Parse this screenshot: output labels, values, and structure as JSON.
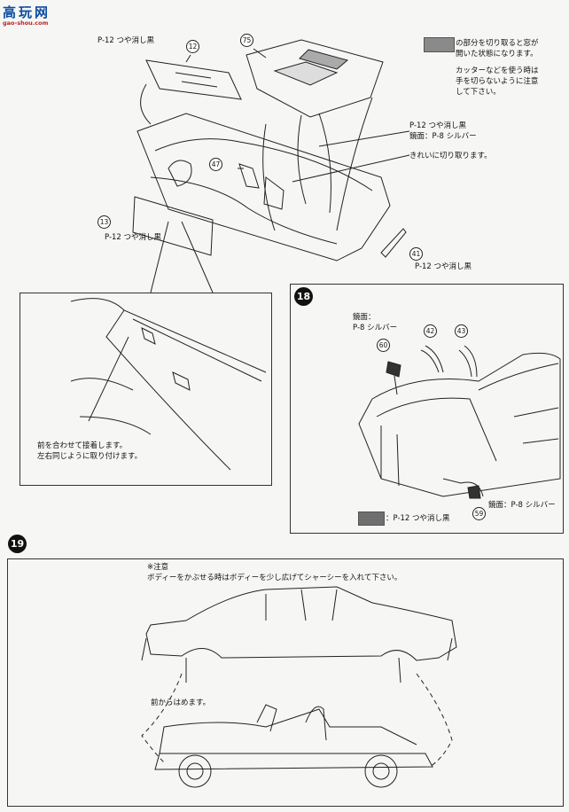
{
  "watermark": {
    "title": "高玩网",
    "url": "gao-shou.com"
  },
  "upper": {
    "part12": "12",
    "part75": "75",
    "part47": "47",
    "part13": "13",
    "part41": "41",
    "label12": "P-12 つや消し黒",
    "label13": "P-12 つや消し黒",
    "label41": "P-12 つや消し黒",
    "label_matte": "P-12 つや消し黒",
    "label_silver": "鏡面：P-8 シルバー",
    "label_cut": "きれいに切り取ります。",
    "note_line1": "の部分を切り取ると窓が",
    "note_line2": "開いた状態になります。",
    "note_line3": "カッターなどを使う時は",
    "note_line4": "手を切らないように注意",
    "note_line5": "して下さい。",
    "detail_line1": "前を合わせて接着します。",
    "detail_line2": "左右同じように取り付けます。"
  },
  "step18": {
    "step": "18",
    "mirror_label_1": "鏡面：",
    "mirror_label_2": "P-8 シルバー",
    "p60": "60",
    "p42": "42",
    "p43": "43",
    "p59": "59",
    "bottom_silver": "鏡面：P-8 シルバー",
    "bottom_matte": "：P-12 つや消し黒"
  },
  "step19": {
    "step": "19",
    "caution_title": "※注意",
    "caution_text": "ボディーをかぶせる時はボディーを少し広げてシャーシーを入れて下さい。",
    "front_note": "前からはめます。"
  }
}
